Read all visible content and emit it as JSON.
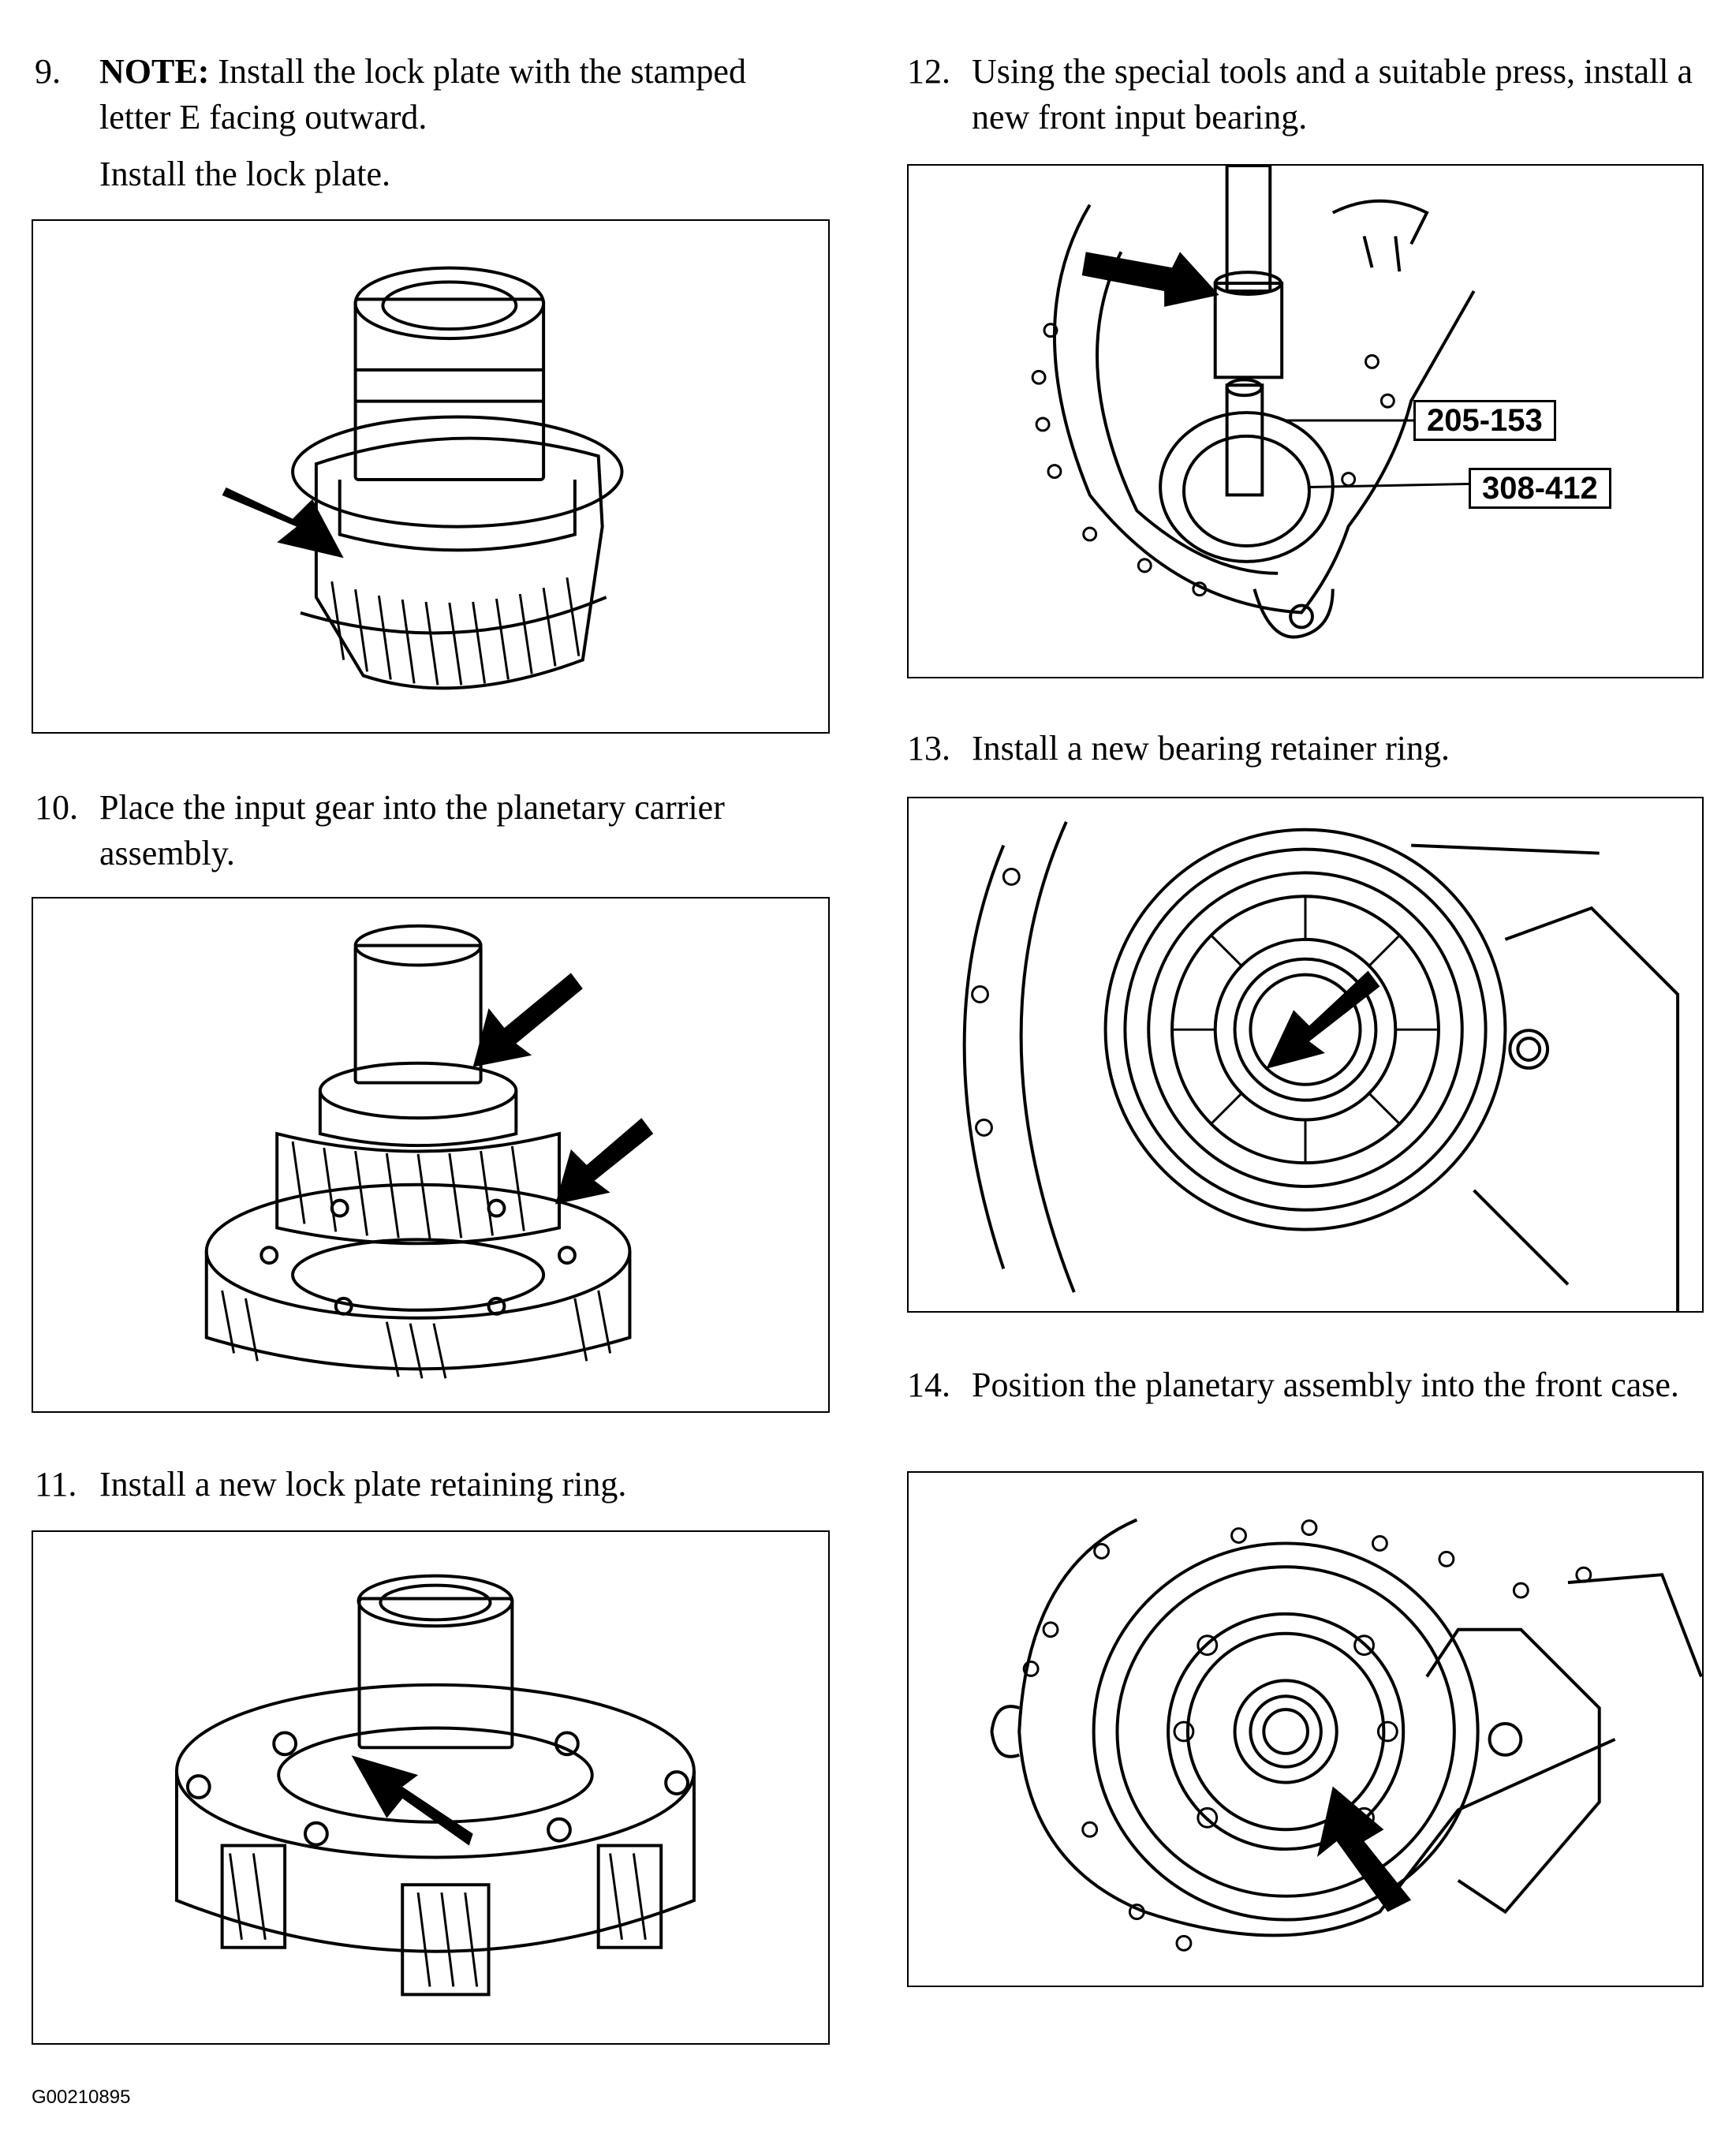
{
  "steps": [
    {
      "num": "9.",
      "lead": "NOTE:",
      "text": " Install the lock plate with the stamped letter E facing outward.",
      "sub": "Install the lock plate."
    },
    {
      "num": "10.",
      "text": "Place the input gear into the planetary carrier assembly."
    },
    {
      "num": "11.",
      "text": "Install a new lock plate retaining ring."
    },
    {
      "num": "12.",
      "text": "Using the special tools and a suitable press, install a new front input bearing."
    },
    {
      "num": "13.",
      "text": "Install a new bearing retainer ring."
    },
    {
      "num": "14.",
      "text": "Position the planetary assembly into the front case."
    }
  ],
  "callouts": {
    "tool_a": "205-153",
    "tool_b": "308-412"
  },
  "figure_id": "G00210895"
}
